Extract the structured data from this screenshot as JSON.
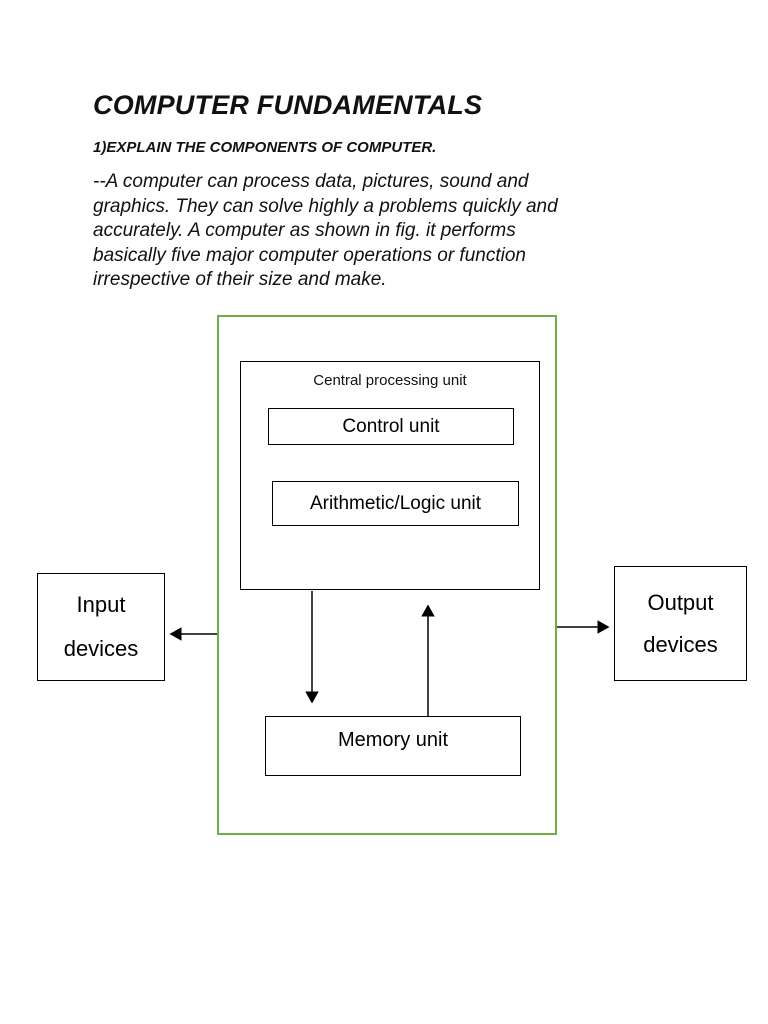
{
  "document": {
    "title": "COMPUTER FUNDAMENTALS",
    "question": "1)EXPLAIN THE COMPONENTS OF COMPUTER.",
    "paragraph": {
      "lines": [
        "--A computer can process data, pictures, sound and",
        "graphics. They can solve highly a problems quickly and",
        "accurately. A computer as shown in fig. it performs",
        "basically five major computer operations or function",
        "irrespective of their size and make."
      ]
    }
  },
  "diagram": {
    "cpu_label": "Central processing unit",
    "control_unit_label": "Control unit",
    "alu_label": "Arithmetic/Logic unit",
    "memory_label": "Memory unit",
    "input_device": {
      "line1": "Input",
      "line2": "devices"
    },
    "output_device": {
      "line1": "Output",
      "line2": "devices"
    },
    "outer_border_color": "#70ad47",
    "inner_border_color": "#000000"
  }
}
